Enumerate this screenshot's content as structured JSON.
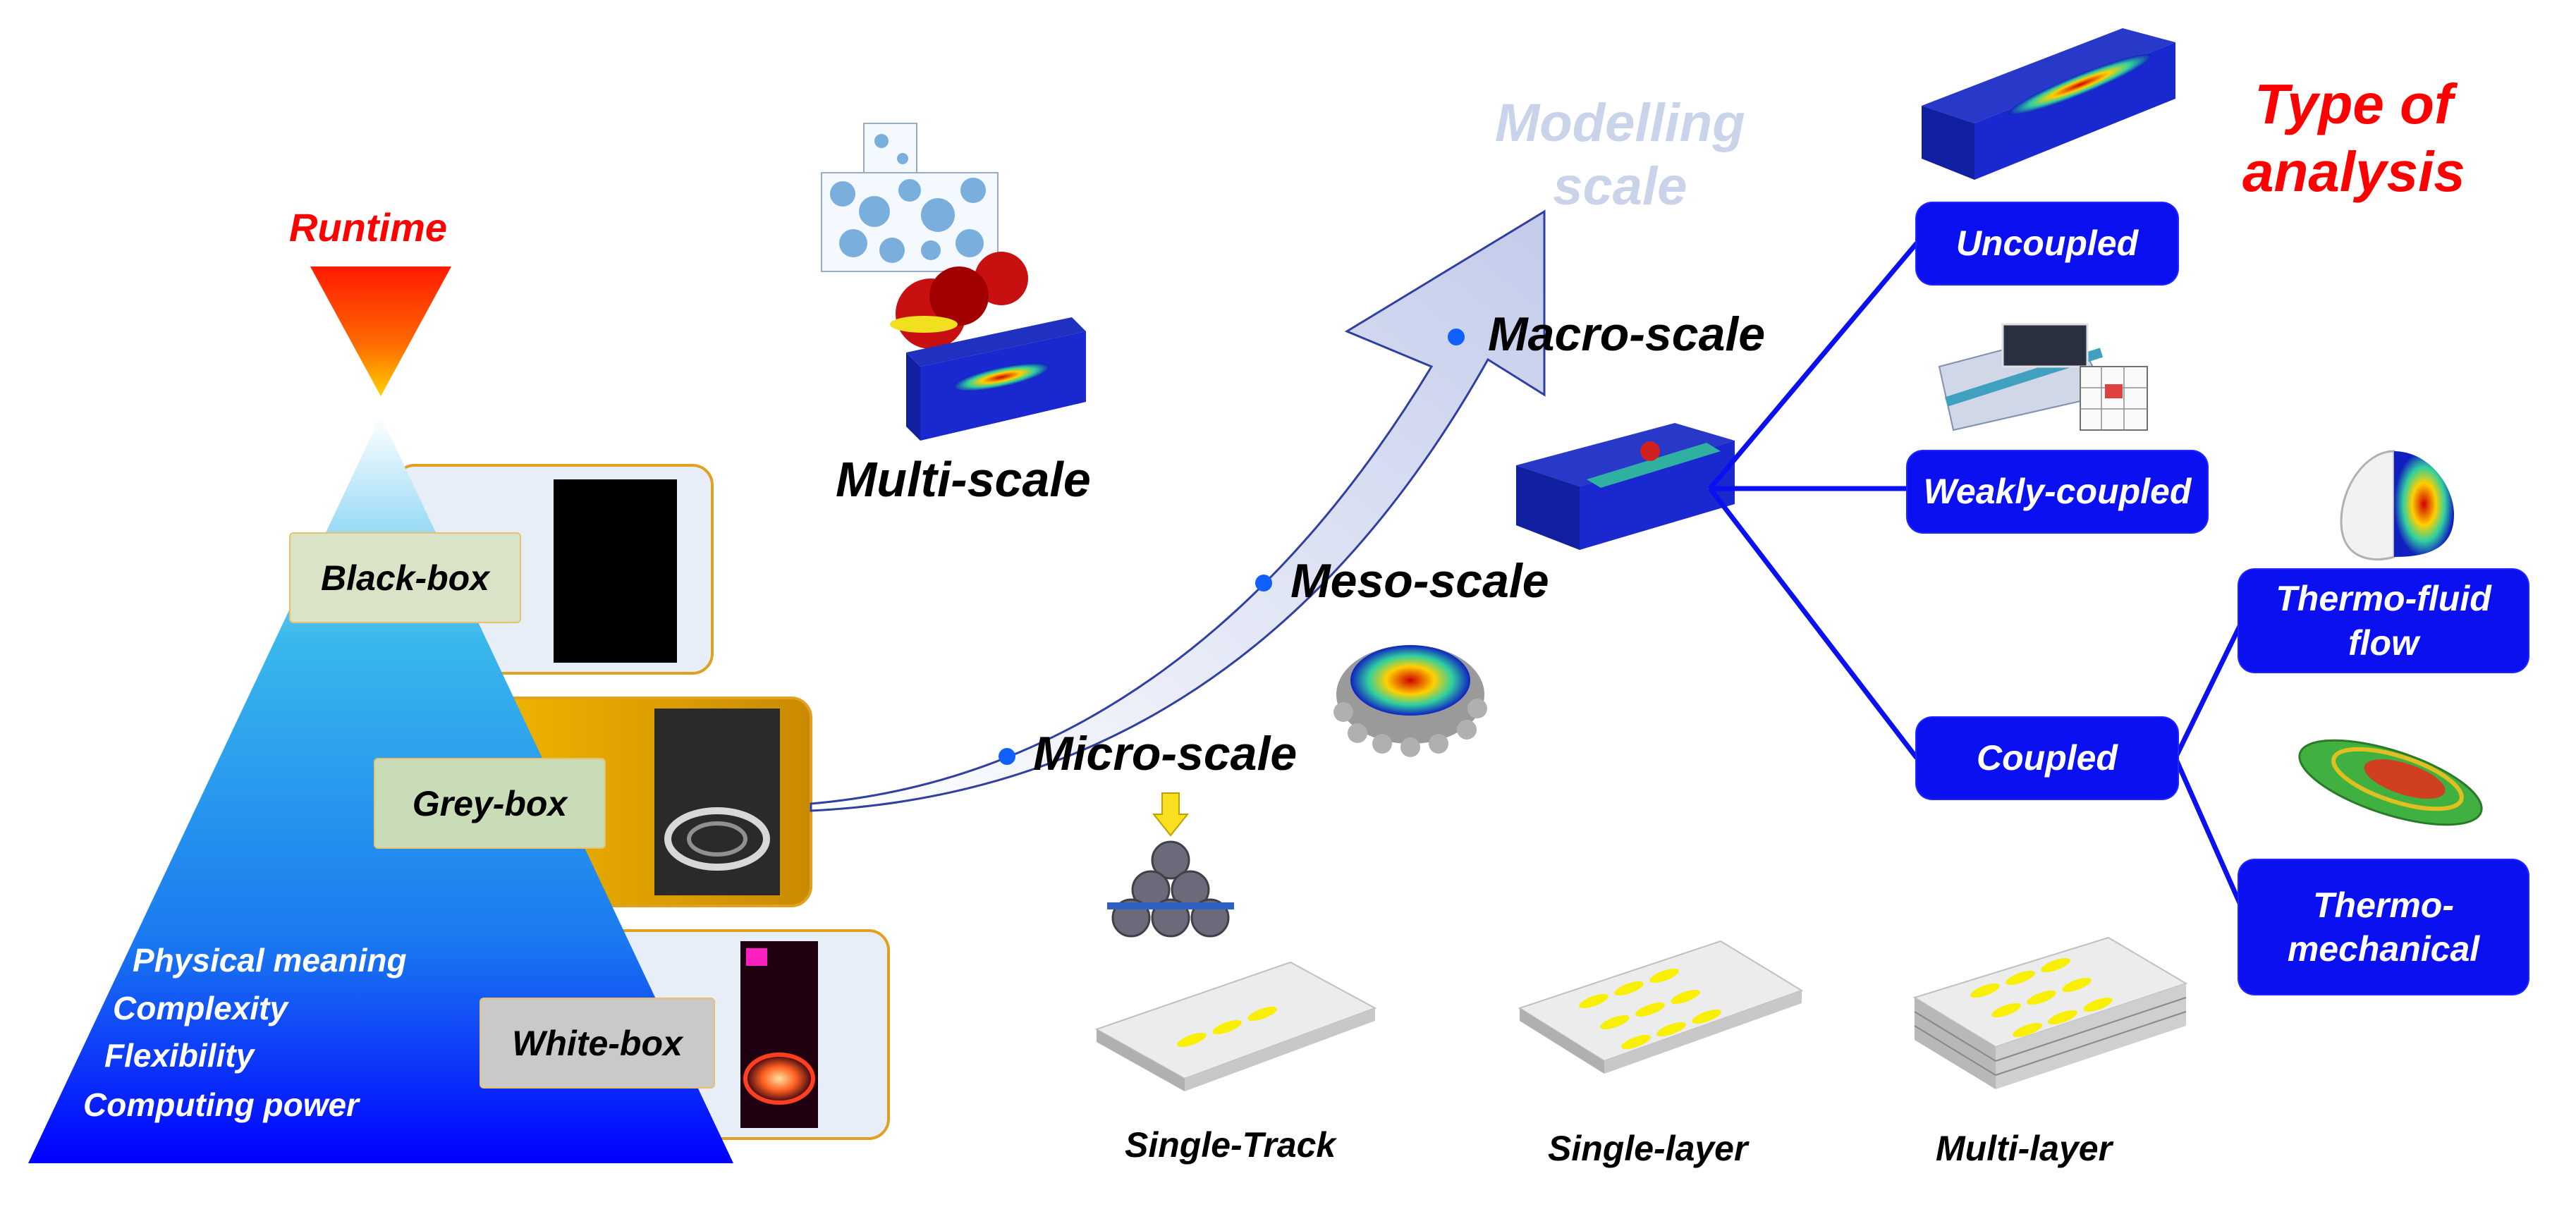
{
  "runtime_label": "Runtime",
  "model_types": [
    {
      "label": "Black-box"
    },
    {
      "label": "Grey-box"
    },
    {
      "label": "White-box"
    }
  ],
  "pyramid_attributes": [
    "Physical meaning",
    "Complexity",
    "Flexibility",
    "Computing power"
  ],
  "modelling_scale_title": "Modelling\nscale",
  "multi_scale_label": "Multi-scale",
  "scales": [
    {
      "label": "Micro-scale"
    },
    {
      "label": "Meso-scale"
    },
    {
      "label": "Macro-scale"
    }
  ],
  "build_types": [
    "Single-Track",
    "Single-layer",
    "Multi-layer"
  ],
  "analysis_title": "Type of\nanalysis",
  "analysis_types": [
    {
      "label": "Uncoupled"
    },
    {
      "label": "Weakly-coupled"
    },
    {
      "label": "Coupled"
    }
  ],
  "coupled_subtypes": [
    {
      "label": "Thermo-fluid\nflow"
    },
    {
      "label": "Thermo-\nmechanical"
    }
  ],
  "colors": {
    "title_red": "#ff0000",
    "pill_blue": "#0a10f0",
    "modelling_scale_text": "#c9d3ea",
    "panel_border": "#e0a020"
  }
}
